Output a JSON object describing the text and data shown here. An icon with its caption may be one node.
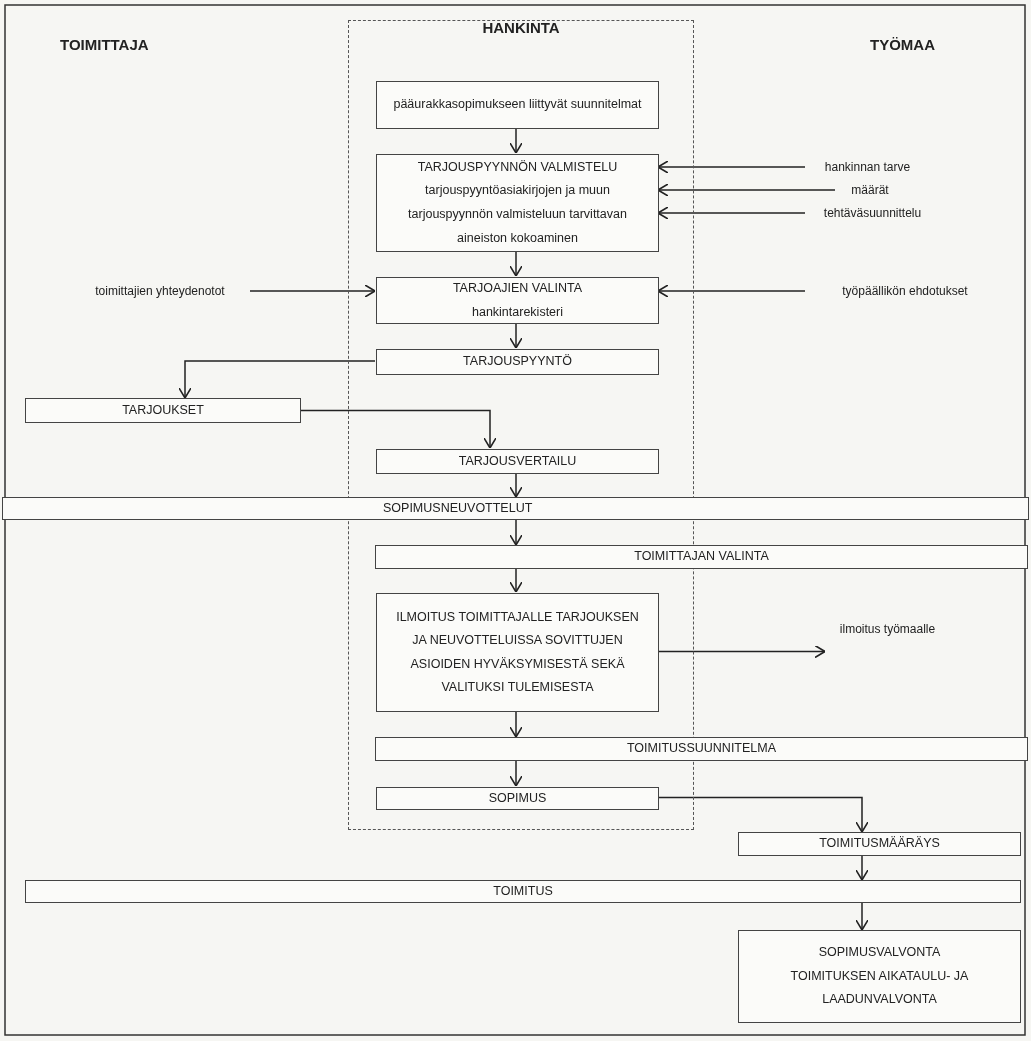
{
  "diagram": {
    "nodes": [
      {
        "text": [
          "HANKINTA"
        ]
      },
      {
        "text": [
          "pääurakkasopimukseen liittyvät suunnitelmat"
        ],
        "in": 0
      },
      {
        "text": [
          "TARJOUSPYYNNÖN VALMISTELU",
          "tarjouspyyntöasiakirjojen ja muun tarjouspyynnön valmisteluun tarvittavan aineiston kokoaminen"
        ],
        "in": 0
      },
      {
        "text": [
          "hankinnan tarve"
        ]
      },
      {
        "text": [
          "määrät"
        ]
      },
      {
        "text": [
          "tehtäväsuunnittelu"
        ]
      },
      {
        "text": [
          "toimittajien yhteydenotot"
        ]
      },
      {
        "text": [
          "TARJOAJIEN VALINTA",
          "hankintarekisteri"
        ],
        "in": 0
      },
      {
        "text": [
          "työpäällikön ehdotukset"
        ]
      },
      {
        "text": [
          "TARJOUSPYYNTÖ"
        ],
        "in": 0
      },
      {
        "text": [
          "TARJOUKSET"
        ]
      },
      {
        "text": [
          "TARJOUSVERTAILU"
        ],
        "in": 0
      },
      {
        "text": [
          "SOPIMUSNEUVOTTELUT"
        ]
      },
      {
        "text": [
          "TOIMITTAJAN VALINTA"
        ]
      },
      {
        "text": [
          "ILMOITUS TOIMITTAJALLE TARJOUKSEN JA NEUVOTTELUISSA SOVITTUJEN ASIOIDEN HYVÄKSYMISESTÄ SEKÄ VALITUKSI TULEMISESTA"
        ],
        "in": 0
      },
      {
        "text": [
          "ilmoitus työmaalle"
        ]
      },
      {
        "text": [
          "TOIMITUSSUUNNITELMA"
        ]
      },
      {
        "text": [
          "SOPIMUS"
        ],
        "in": 0
      },
      {
        "text": [
          "TOIMITUSMÄÄRÄYS"
        ]
      },
      {
        "text": [
          "TOIMITUS"
        ]
      },
      {
        "text": [
          "SOPIMUSVALVONTA",
          "TOIMITUKSEN AIKATAULU- JA LAADUNVALVONTA"
        ]
      }
    ],
    "edges": [
      {
        "from": 1,
        "to": 2,
        "arrow": "to"
      },
      {
        "from": 3,
        "to": 2,
        "arrow": "to"
      },
      {
        "from": 4,
        "to": 2,
        "arrow": "to"
      },
      {
        "from": 5,
        "to": 2,
        "arrow": "to"
      },
      {
        "from": 2,
        "to": 7,
        "arrow": "to"
      },
      {
        "from": 6,
        "to": 7,
        "arrow": "to"
      },
      {
        "from": 8,
        "to": 7,
        "arrow": "to"
      },
      {
        "from": 7,
        "to": 9,
        "arrow": "to"
      },
      {
        "from": 9,
        "to": 10,
        "arrow": "to"
      },
      {
        "from": 10,
        "to": 11,
        "arrow": "to"
      },
      {
        "from": 11,
        "to": 12,
        "arrow": "to"
      },
      {
        "from": 12,
        "to": 13,
        "arrow": "to"
      },
      {
        "from": 13,
        "to": 14,
        "arrow": "to"
      },
      {
        "from": 14,
        "to": 15,
        "arrow": "to"
      },
      {
        "from": 14,
        "to": 16,
        "arrow": "to"
      },
      {
        "from": 16,
        "to": 17,
        "arrow": "to"
      },
      {
        "from": 17,
        "to": 18,
        "arrow": "to"
      },
      {
        "from": 18,
        "to": 19,
        "arrow": "to"
      },
      {
        "from": 19,
        "to": 20,
        "arrow": "to"
      }
    ],
    "labels": [
      "TOIMITTAJA",
      "TYÖMAA"
    ]
  }
}
